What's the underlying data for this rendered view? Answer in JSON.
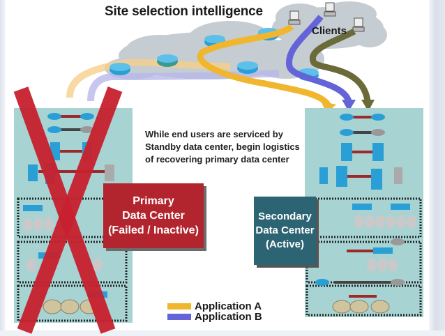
{
  "title": "Site selection intelligence",
  "clients_label": "Clients",
  "note": {
    "lines": [
      "While end users are serviced by",
      "Standby data center, begin logistics",
      "of recovering primary data center"
    ]
  },
  "primary_dc": {
    "lines": [
      "Primary",
      "Data Center",
      "(Failed / Inactive)"
    ],
    "status": "failed",
    "color": "#b3252e"
  },
  "secondary_dc": {
    "lines": [
      "Secondary",
      "Data Center",
      "(Active)"
    ],
    "status": "active",
    "color": "#2c6473"
  },
  "legend": [
    {
      "label": "Application A",
      "color": "#f0b62e"
    },
    {
      "label": "Application B",
      "color": "#6464d8"
    }
  ],
  "colors": {
    "app_a": "#f0b62e",
    "app_b": "#6464d8",
    "app_c": "#6b6b3a",
    "dc_bg": "#a7d3d3",
    "cloud": "#c5ccd2",
    "router": "#2a9fd6",
    "failed_x": "#c8202e"
  }
}
